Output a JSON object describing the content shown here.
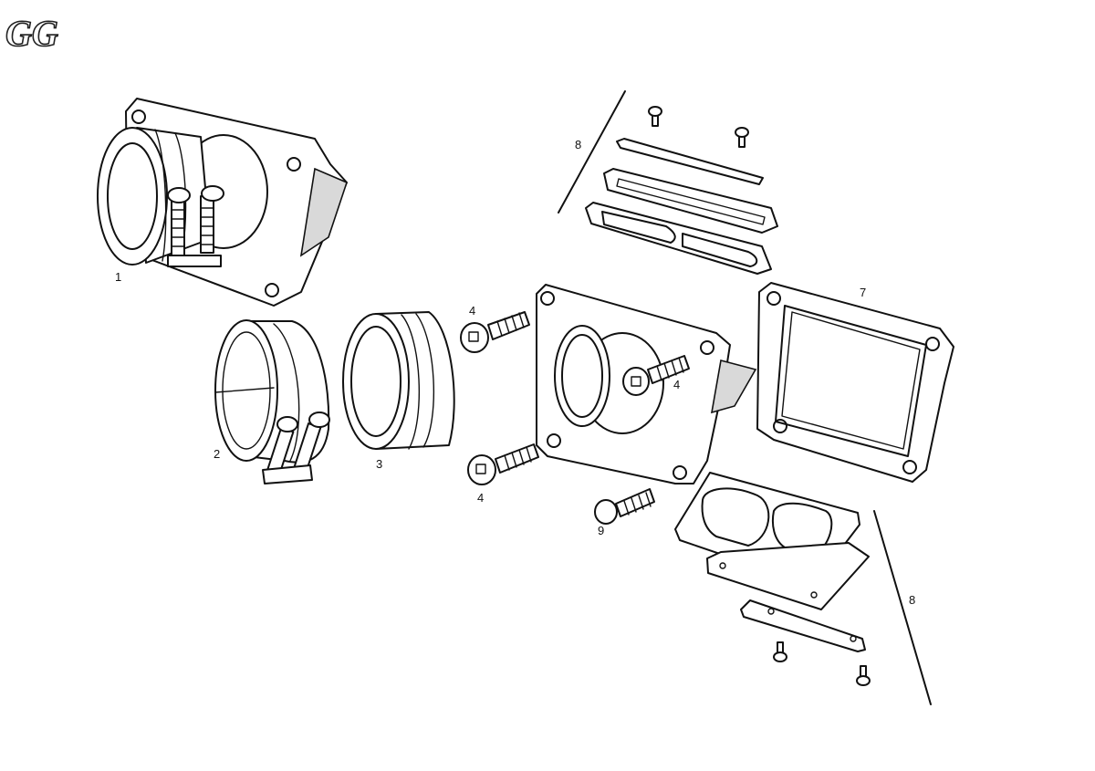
{
  "logo": {
    "text": "GG"
  },
  "callouts": {
    "intake_manifold_upper": "1",
    "hose_clamp": "2",
    "rubber_sleeve": "3",
    "screw_top": "4",
    "screw_right": "4",
    "screw_bottom": "4",
    "gasket": "7",
    "reed_set_top": "8",
    "reed_set_bottom": "8",
    "screw_small": "9"
  },
  "colors": {
    "line": "#111111",
    "background": "#ffffff"
  }
}
